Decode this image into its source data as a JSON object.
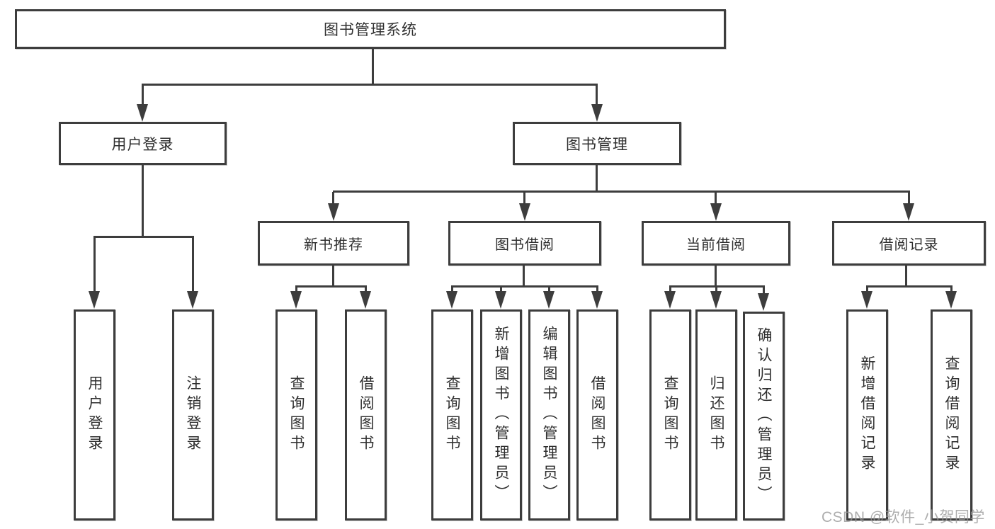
{
  "root_label": "图书管理系统",
  "level2": {
    "user_login": "用户登录",
    "book_mgmt": "图书管理"
  },
  "level3": {
    "new_books": "新书推荐",
    "borrowing": "图书借阅",
    "current": "当前借阅",
    "records": "借阅记录"
  },
  "leaves": {
    "login": [
      "用户登录",
      "注销登录"
    ],
    "new_books": [
      "查询图书",
      "借阅图书"
    ],
    "borrowing": [
      "查询图书",
      "新增图书（管理员）",
      "编辑图书（管理员）",
      "借阅图书"
    ],
    "current": [
      "查询图书",
      "归还图书",
      "确认归还（管理员）"
    ],
    "records": [
      "新增借阅记录",
      "查询借阅记录"
    ]
  },
  "watermark": "CSDN @软件_小贺同学",
  "colors": {
    "line": "#3d3d3d",
    "text": "#2f2f2f",
    "watermark": "#969696"
  }
}
